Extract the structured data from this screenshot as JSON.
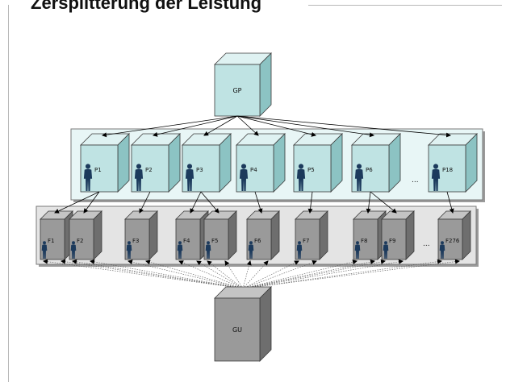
{
  "slide": {
    "title": "Zersplitterung der Leistung"
  },
  "colors": {
    "teal_face": "#bfe3e3",
    "teal_side": "#8cc3c3",
    "teal_top": "#dff2f2",
    "teal_panel": "#e8f6f6",
    "gray_face": "#9a9a9a",
    "gray_side": "#6e6e6e",
    "gray_top": "#c4c4c4",
    "gray_panel": "#e4e4e4",
    "person": "#1c3a5c",
    "arrow": "#000000"
  },
  "diagram": {
    "top_node": {
      "label": "GP",
      "icon": "cube"
    },
    "p_nodes": [
      "P1",
      "P2",
      "P3",
      "P4",
      "P5",
      "P6",
      "P18"
    ],
    "p_ellipsis": "...",
    "f_nodes": [
      "F1",
      "F2",
      "F3",
      "F4",
      "F5",
      "F6",
      "F7",
      "F8",
      "F9",
      "F276"
    ],
    "f_ellipsis": "...",
    "bottom_node": {
      "label": "GU",
      "icon": "cube"
    },
    "person_icon": "person-silhouette-icon"
  }
}
